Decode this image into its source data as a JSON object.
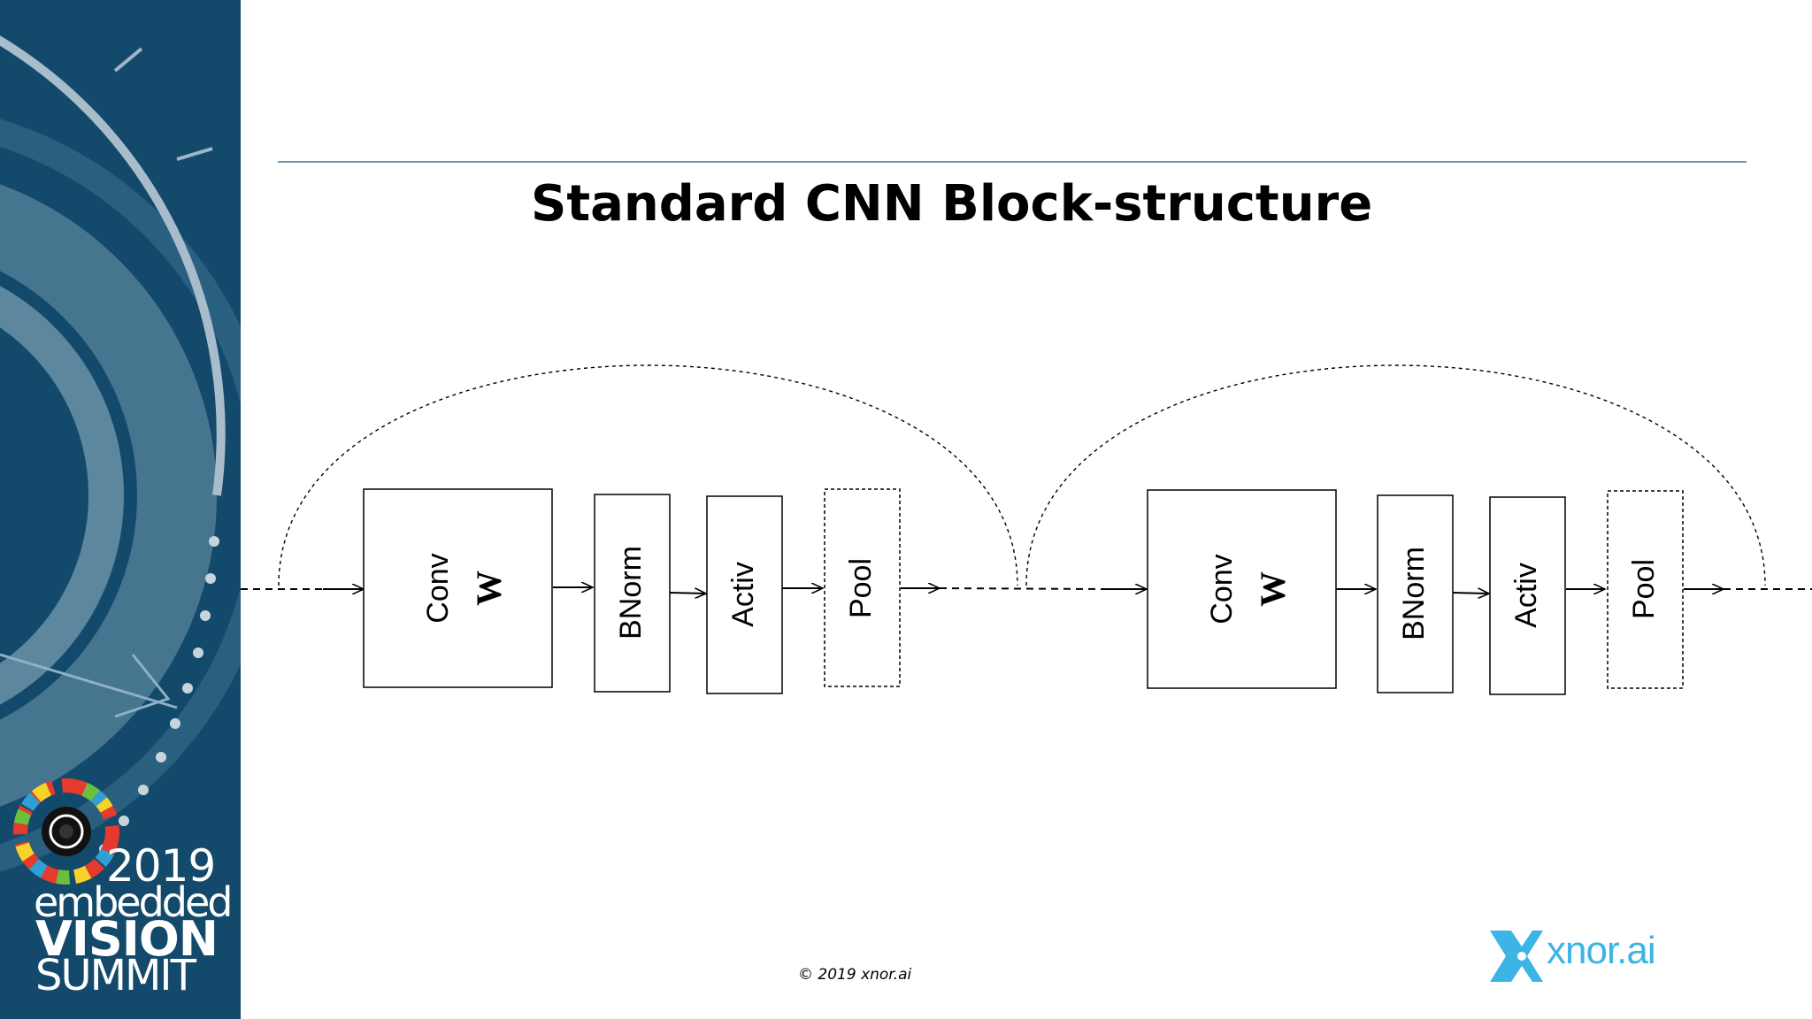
{
  "slide": {
    "title": "Standard CNN Block-structure",
    "copyright": "© 2019 xnor.ai"
  },
  "branding": {
    "event_year": "2019",
    "event_name_line1": "embedded",
    "event_name_line2": "VISION",
    "event_name_line3": "SUMMIT",
    "company": "xnor.ai"
  },
  "diagram": {
    "blocks": [
      {
        "layers": [
          {
            "label": "Conv",
            "sublabel": "W"
          },
          {
            "label": "BNorm"
          },
          {
            "label": "Activ"
          },
          {
            "label": "Pool",
            "optional": true
          }
        ]
      },
      {
        "layers": [
          {
            "label": "Conv",
            "sublabel": "W"
          },
          {
            "label": "BNorm"
          },
          {
            "label": "Activ"
          },
          {
            "label": "Pool",
            "optional": true
          }
        ]
      }
    ]
  },
  "colors": {
    "sidebar_bg": "#134a6b",
    "rule": "#6f97ab",
    "brand_accent": "#3db4e6"
  },
  "icons": {
    "skip_connection": "dashed-arc",
    "flow": "arrow-right"
  }
}
